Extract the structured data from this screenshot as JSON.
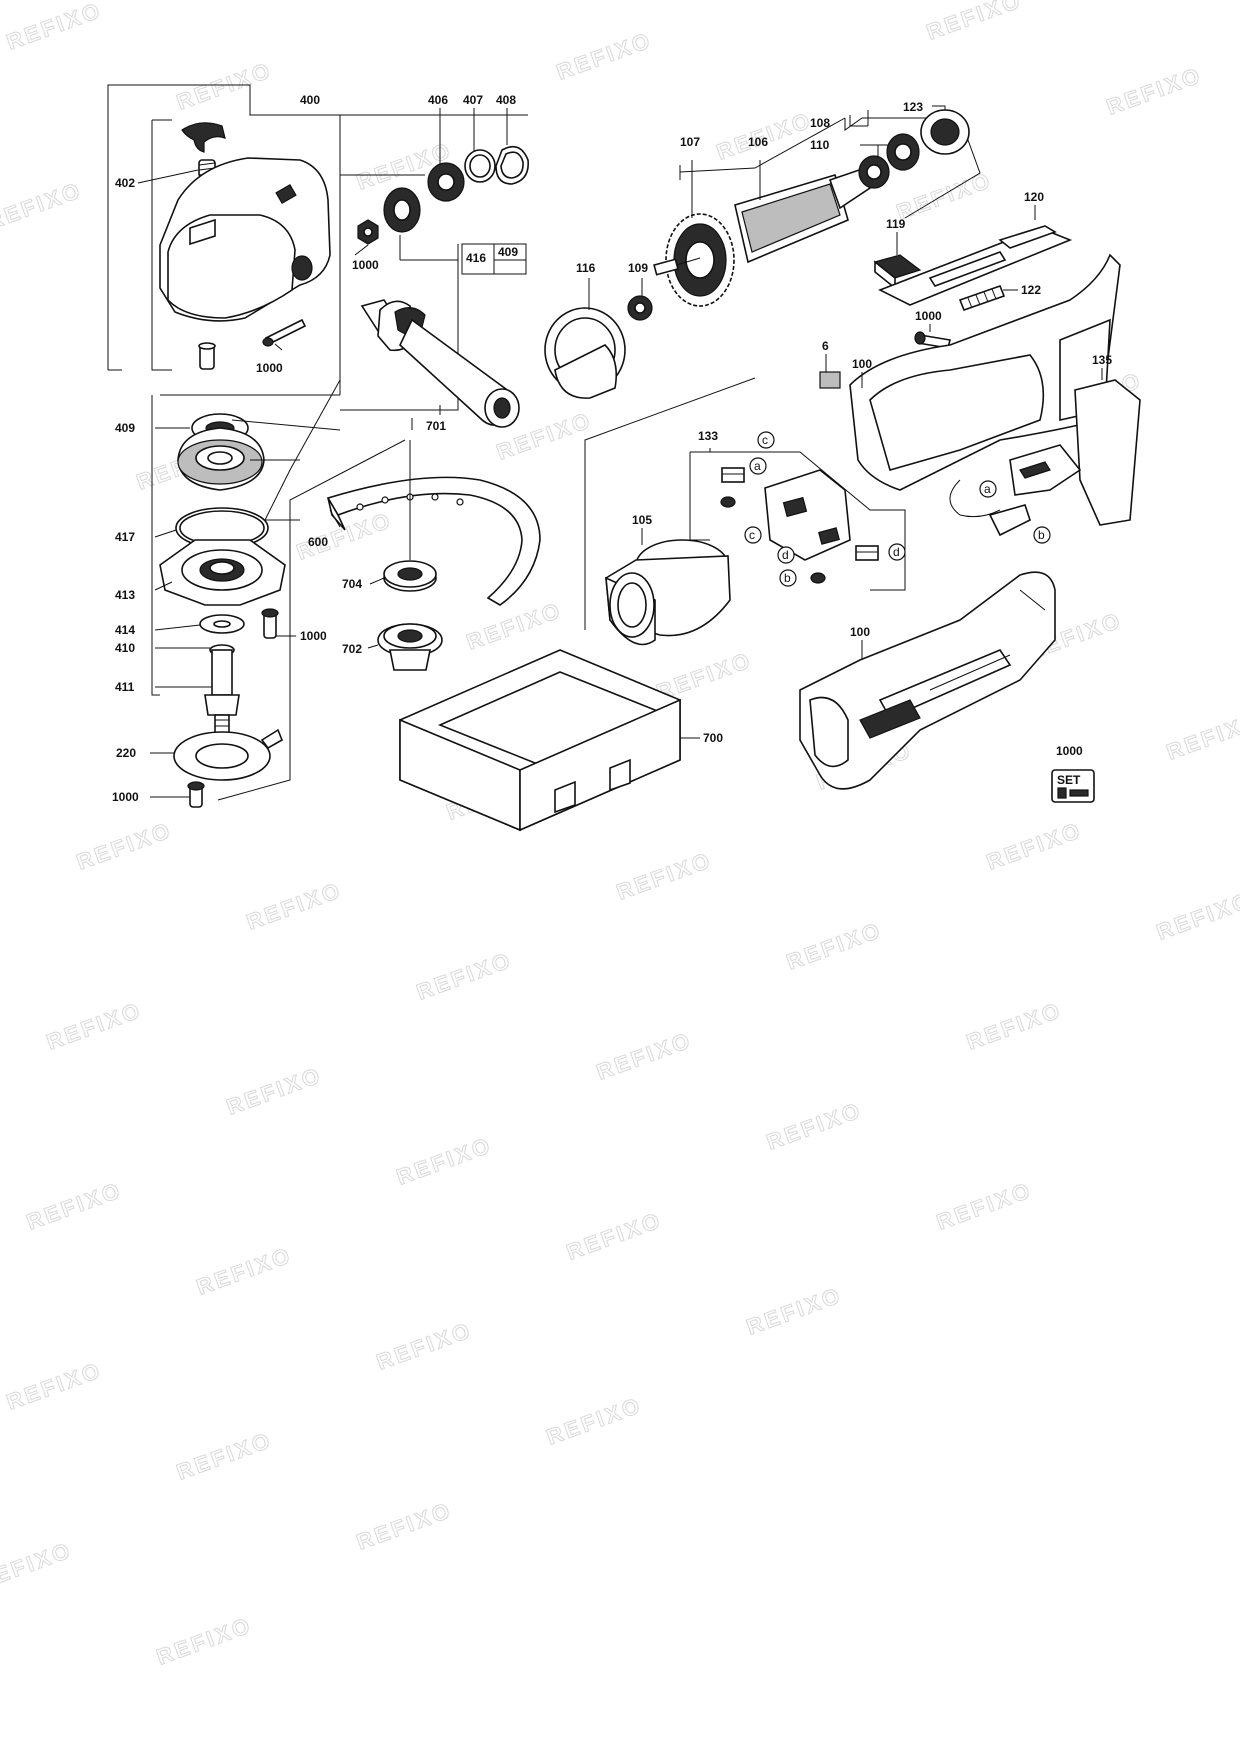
{
  "watermark": "REFIXO",
  "labels": {
    "l400": "400",
    "l406": "406",
    "l407": "407",
    "l408": "408",
    "l402": "402",
    "l1000a": "1000",
    "l416": "416",
    "l409a": "409",
    "l1000b": "1000",
    "l701": "701",
    "l409b": "409",
    "l417": "417",
    "l413": "413",
    "l414": "414",
    "l410": "410",
    "l411": "411",
    "l220": "220",
    "l1000c": "1000",
    "l1000d": "1000",
    "l600": "600",
    "l704": "704",
    "l702": "702",
    "l700": "700",
    "l116": "116",
    "l109": "109",
    "l107": "107",
    "l106": "106",
    "l108": "108",
    "l110": "110",
    "l123": "123",
    "l119": "119",
    "l120": "120",
    "l122": "122",
    "l1000e": "1000",
    "l6": "6",
    "l100a": "100",
    "l135": "135",
    "l133": "133",
    "l105": "105",
    "l100b": "100",
    "l1000f": "1000"
  },
  "callouts": {
    "a": "a",
    "b": "b",
    "c": "c",
    "d": "d"
  },
  "set_badge": "SET"
}
